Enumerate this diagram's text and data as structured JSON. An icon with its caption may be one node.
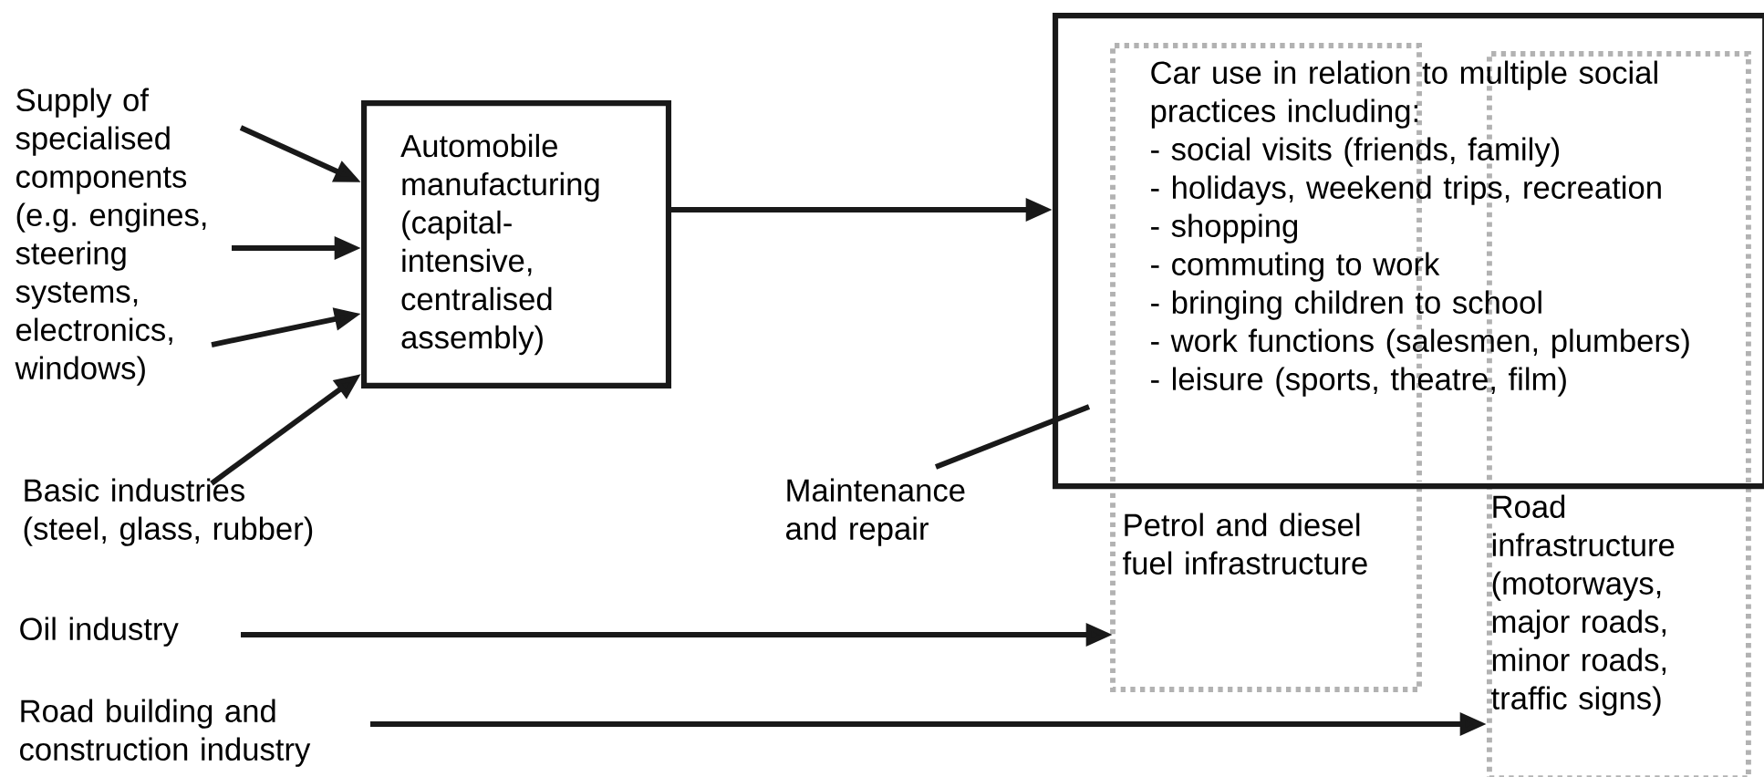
{
  "diagram": {
    "nodes": [
      {
        "text": [
          "Supply of specialised components (e.g. engines, steering systems, electronics, windows)"
        ]
      },
      {
        "text": [
          "Basic industries (steel, glass, rubber)"
        ]
      },
      {
        "text": [
          "Automobile manufacturing (capital-intensive, centralised assembly)"
        ]
      },
      {
        "text": [
          "Car use in relation to multiple social practices including:",
          "- social visits (friends, family)",
          "- holidays, weekend trips, recreation",
          "- shopping",
          "- commuting to work",
          "- bringing children to school",
          "- work functions (salesmen, plumbers)",
          "- leisure (sports, theatre, film)"
        ]
      },
      {
        "text": [
          "Maintenance and repair"
        ]
      },
      {
        "text": [
          "Petrol and diesel fuel infrastructure"
        ]
      },
      {
        "text": [
          "Road infrastructure (motorways, major roads, minor roads, traffic signs)"
        ]
      },
      {
        "text": [
          "Oil industry"
        ]
      },
      {
        "text": [
          "Road building and construction industry"
        ]
      }
    ],
    "edges": [
      {
        "from": 0,
        "to": 2,
        "arrow": "to"
      },
      {
        "from": 0,
        "to": 2,
        "arrow": "to"
      },
      {
        "from": 0,
        "to": 2,
        "arrow": "to"
      },
      {
        "from": 1,
        "to": 2,
        "arrow": "to"
      },
      {
        "from": 2,
        "to": 3,
        "arrow": "to"
      },
      {
        "from": 4,
        "to": 3,
        "arrow": "none"
      },
      {
        "from": 7,
        "to": 5,
        "arrow": "to"
      },
      {
        "from": 8,
        "to": 6,
        "arrow": "to"
      }
    ]
  }
}
